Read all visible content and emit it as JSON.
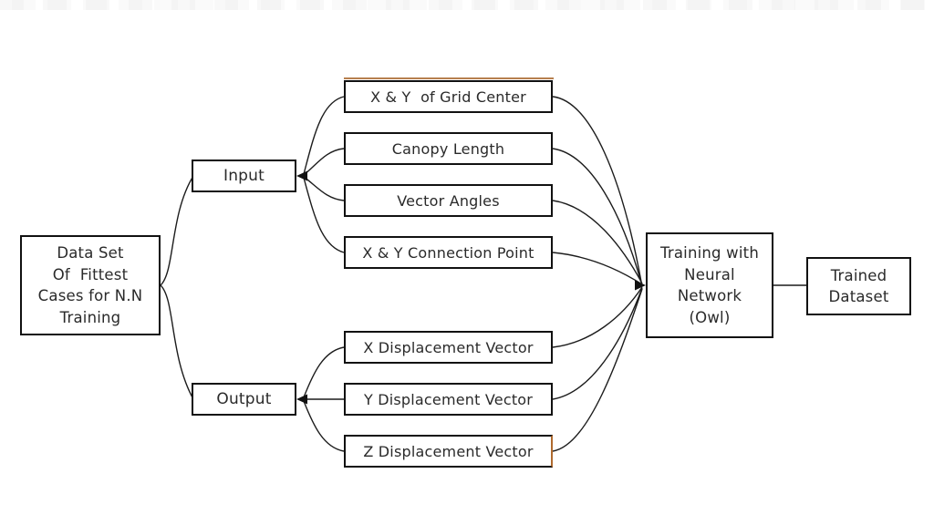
{
  "diagram": {
    "title": "Neural network training data-flow diagram",
    "colors": {
      "line": "#1c1c1c",
      "box_border": "#111111",
      "background": "#ffffff",
      "accent_orange": "#b06a2e"
    },
    "nodes": {
      "dataset": {
        "lines": [
          "Data Set",
          "Of  Fittest",
          "Cases for N.N",
          "Training"
        ]
      },
      "input": {
        "label": "Input"
      },
      "output": {
        "label": "Output"
      },
      "grid_center": {
        "label": "X & Y  of Grid Center"
      },
      "canopy": {
        "label": "Canopy Length"
      },
      "vector_angles": {
        "label": "Vector Angles"
      },
      "connection_point": {
        "label": "X & Y Connection Point"
      },
      "x_disp": {
        "label": "X Displacement Vector"
      },
      "y_disp": {
        "label": "Y Displacement Vector"
      },
      "z_disp": {
        "label": "Z Displacement Vector"
      },
      "training": {
        "lines": [
          "Training with",
          "Neural",
          "Network",
          "(Owl)"
        ]
      },
      "trained": {
        "lines": [
          "Trained",
          "Dataset"
        ]
      }
    },
    "edges": [
      {
        "from": "dataset",
        "to": "input"
      },
      {
        "from": "dataset",
        "to": "output"
      },
      {
        "from": "grid_center",
        "to": "input",
        "arrow": "into-input"
      },
      {
        "from": "canopy",
        "to": "input",
        "arrow": "into-input"
      },
      {
        "from": "vector_angles",
        "to": "input",
        "arrow": "into-input"
      },
      {
        "from": "connection_point",
        "to": "input",
        "arrow": "into-input"
      },
      {
        "from": "x_disp",
        "to": "output",
        "arrow": "into-output"
      },
      {
        "from": "y_disp",
        "to": "output",
        "arrow": "into-output"
      },
      {
        "from": "z_disp",
        "to": "output",
        "arrow": "into-output"
      },
      {
        "from": "grid_center",
        "to": "training",
        "arrow": "into-training"
      },
      {
        "from": "canopy",
        "to": "training",
        "arrow": "into-training"
      },
      {
        "from": "vector_angles",
        "to": "training",
        "arrow": "into-training"
      },
      {
        "from": "connection_point",
        "to": "training",
        "arrow": "into-training"
      },
      {
        "from": "x_disp",
        "to": "training",
        "arrow": "into-training"
      },
      {
        "from": "y_disp",
        "to": "training",
        "arrow": "into-training"
      },
      {
        "from": "z_disp",
        "to": "training",
        "arrow": "into-training"
      },
      {
        "from": "training",
        "to": "trained"
      }
    ]
  }
}
